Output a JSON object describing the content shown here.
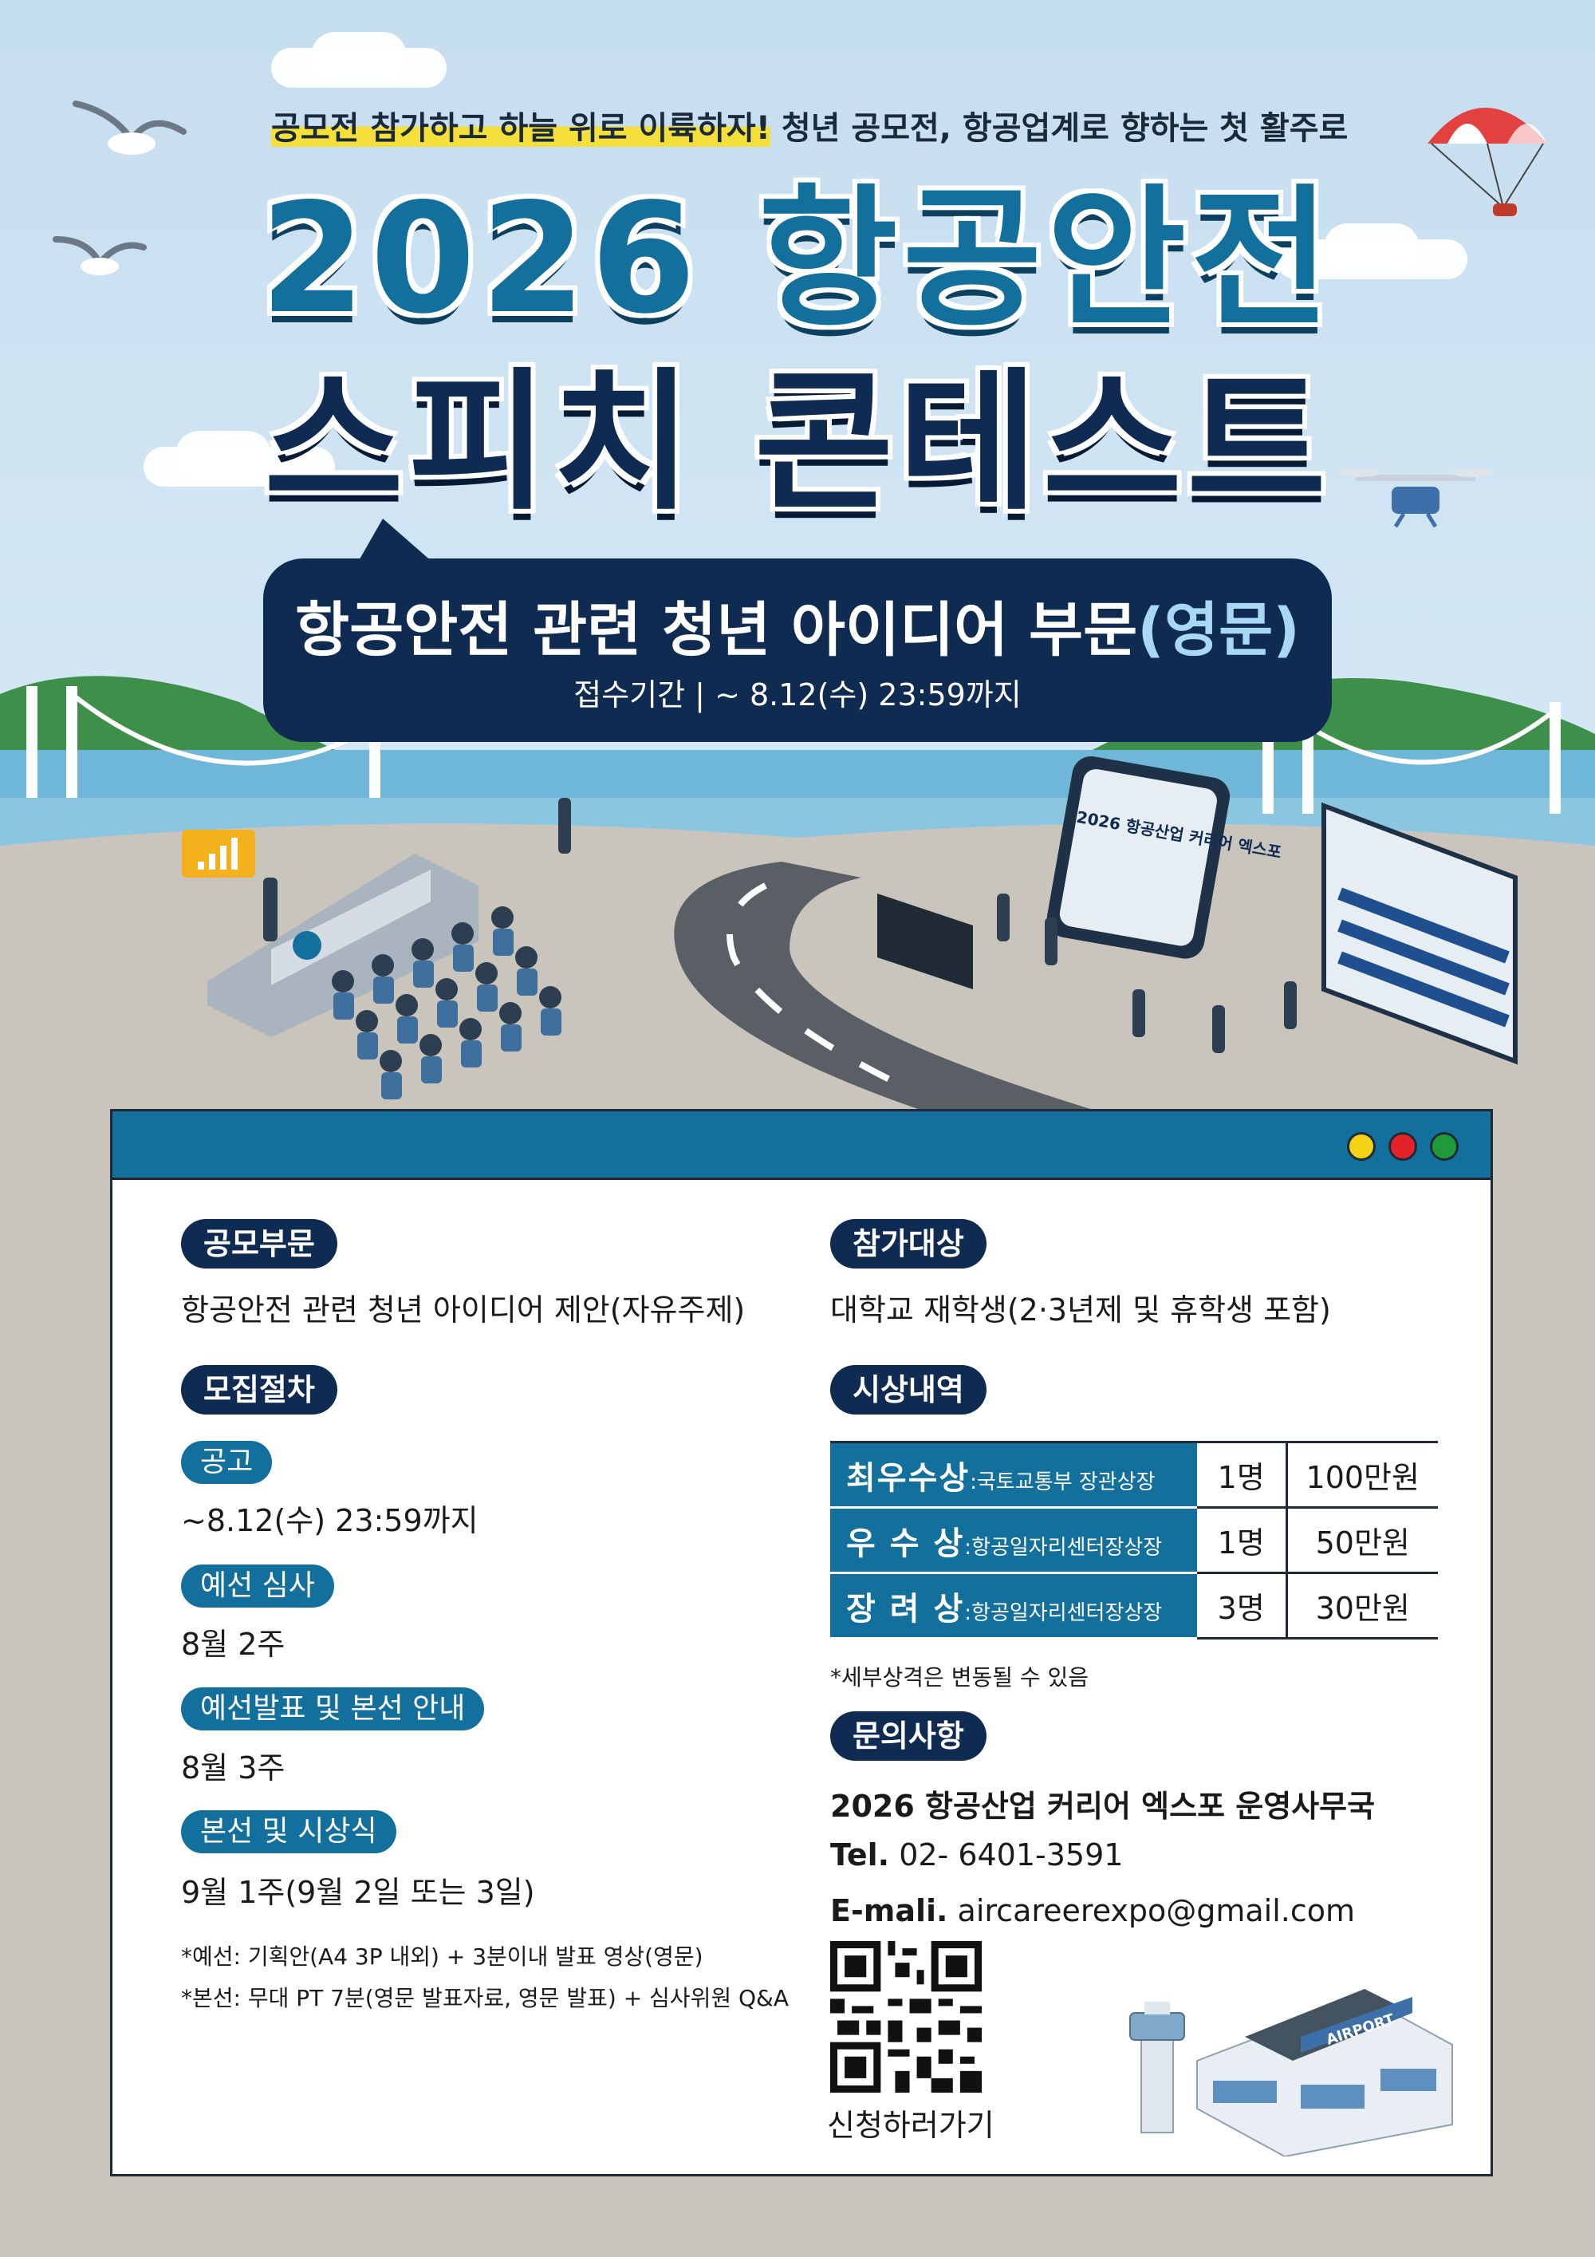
{
  "tagline": {
    "highlight": "공모전 참가하고 하늘 위로 이륙하자!",
    "rest": " 청년 공모전, 항공업계로 향하는 첫 활주로"
  },
  "title": {
    "line1": "2026 항공안전",
    "line2": "스피치 콘테스트"
  },
  "bubble": {
    "main": "항공안전 관련 청년 아이디어 부문",
    "accent": "(영문)",
    "sub": "접수기간 | ~ 8.12(수) 23:59까지"
  },
  "illustration": {
    "expo_sign": "2026 항공산업 커리어 엑스포",
    "airport_sign": "AIRPORT"
  },
  "window": {
    "dot_colors": [
      "#f3d316",
      "#e3222a",
      "#1f9a3a"
    ],
    "category": {
      "label": "공모부문",
      "text": "항공안전 관련 청년 아이디어 제안(자유주제)"
    },
    "procedure": {
      "label": "모집절차",
      "steps": [
        {
          "label": "공고",
          "text": "~8.12(수) 23:59까지"
        },
        {
          "label": "예선 심사",
          "text": "8월 2주"
        },
        {
          "label": "예선발표 및 본선 안내",
          "text": "8월 3주"
        },
        {
          "label": "본선 및 시상식",
          "text": "9월 1주(9월 2일 또는 3일)"
        }
      ],
      "notes": [
        "*예선: 기획안(A4 3P 내외) + 3분이내 발표 영상(영문)",
        "*본선: 무대 PT 7분(영문 발표자료, 영문 발표) + 심사위원 Q&A"
      ]
    },
    "eligibility": {
      "label": "참가대상",
      "text": "대학교 재학생(2·3년제 및 휴학생 포함)"
    },
    "prizes": {
      "label": "시상내역",
      "rows": [
        {
          "name": "최우수상",
          "by": ":국토교통부 장관상장",
          "count": "1명",
          "amount": "100만원"
        },
        {
          "name": "우 수 상",
          "by": ":항공일자리센터장상장",
          "count": "1명",
          "amount": "50만원"
        },
        {
          "name": "장 려 상",
          "by": ":항공일자리센터장상장",
          "count": "3명",
          "amount": "30만원"
        }
      ],
      "note": "*세부상격은 변동될 수 있음"
    },
    "contact": {
      "label": "문의사항",
      "org": "2026 항공산업 커리어 엑스포 운영사무국",
      "tel_label": "Tel.",
      "tel": " 02- 6401-3591",
      "email_label": "E-mali.",
      "email": " aircareerexpo@gmail.com",
      "qr_caption": "신청하러가기"
    }
  }
}
